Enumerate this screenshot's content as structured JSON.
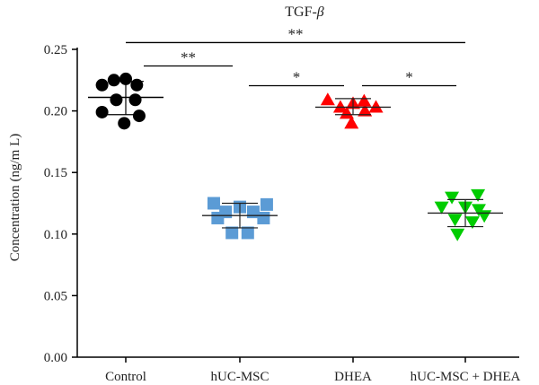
{
  "chart_data": {
    "type": "scatter",
    "title": "TGF-β",
    "title_main": "TGF-",
    "title_symbol": "β",
    "ylabel": "Concentration (ng/m L)",
    "xlabel": "",
    "ylim": [
      0,
      0.25
    ],
    "yticks": [
      "0.00",
      "0.05",
      "0.10",
      "0.15",
      "0.20",
      "0.25"
    ],
    "ytick_values": [
      0,
      0.05,
      0.1,
      0.15,
      0.2,
      0.25
    ],
    "categories": [
      "Control",
      "hUC-MSC",
      "DHEA",
      "hUC-MSC + DHEA"
    ],
    "grid": false,
    "series": [
      {
        "category": "Control",
        "marker": "circle",
        "color": "#000000",
        "points": [
          {
            "dx": -0.3,
            "y": 0.221
          },
          {
            "dx": -0.15,
            "y": 0.225
          },
          {
            "dx": 0.0,
            "y": 0.226
          },
          {
            "dx": 0.14,
            "y": 0.221
          },
          {
            "dx": -0.12,
            "y": 0.209
          },
          {
            "dx": 0.12,
            "y": 0.209
          },
          {
            "dx": -0.3,
            "y": 0.199
          },
          {
            "dx": -0.02,
            "y": 0.19
          },
          {
            "dx": 0.17,
            "y": 0.196
          }
        ],
        "mean": 0.211,
        "sd_low": 0.197,
        "sd_high": 0.224
      },
      {
        "category": "hUC-MSC",
        "marker": "square",
        "color": "#5b9bd5",
        "points": [
          {
            "dx": -0.33,
            "y": 0.125
          },
          {
            "dx": -0.18,
            "y": 0.118
          },
          {
            "dx": 0.0,
            "y": 0.122
          },
          {
            "dx": 0.17,
            "y": 0.118
          },
          {
            "dx": 0.34,
            "y": 0.124
          },
          {
            "dx": -0.28,
            "y": 0.113
          },
          {
            "dx": 0.3,
            "y": 0.113
          },
          {
            "dx": -0.1,
            "y": 0.101
          },
          {
            "dx": 0.1,
            "y": 0.101
          }
        ],
        "mean": 0.115,
        "sd_low": 0.105,
        "sd_high": 0.125
      },
      {
        "category": "DHEA",
        "marker": "triangle-up",
        "color": "#ff0000",
        "points": [
          {
            "dx": -0.32,
            "y": 0.209
          },
          {
            "dx": -0.16,
            "y": 0.203
          },
          {
            "dx": 0.0,
            "y": 0.206
          },
          {
            "dx": 0.14,
            "y": 0.208
          },
          {
            "dx": 0.29,
            "y": 0.203
          },
          {
            "dx": -0.08,
            "y": 0.198
          },
          {
            "dx": 0.15,
            "y": 0.2
          },
          {
            "dx": -0.02,
            "y": 0.19
          }
        ],
        "mean": 0.203,
        "sd_low": 0.197,
        "sd_high": 0.21
      },
      {
        "category": "hUC-MSC + DHEA",
        "marker": "triangle-down",
        "color": "#00cc00",
        "points": [
          {
            "dx": -0.17,
            "y": 0.13
          },
          {
            "dx": 0.16,
            "y": 0.132
          },
          {
            "dx": -0.3,
            "y": 0.122
          },
          {
            "dx": 0.0,
            "y": 0.122
          },
          {
            "dx": 0.17,
            "y": 0.12
          },
          {
            "dx": -0.13,
            "y": 0.112
          },
          {
            "dx": 0.09,
            "y": 0.11
          },
          {
            "dx": 0.24,
            "y": 0.115
          },
          {
            "dx": -0.1,
            "y": 0.1
          }
        ],
        "mean": 0.117,
        "sd_low": 0.106,
        "sd_high": 0.128
      }
    ],
    "significance": [
      {
        "from": 0,
        "to": 3,
        "y": 0.2555,
        "label": "**"
      },
      {
        "from": 0,
        "to": 1,
        "y": 0.2365,
        "label": "**"
      },
      {
        "from": 1,
        "to": 2,
        "y": 0.2205,
        "label": "*"
      },
      {
        "from": 2,
        "to": 3,
        "y": 0.2205,
        "label": "*"
      }
    ]
  }
}
